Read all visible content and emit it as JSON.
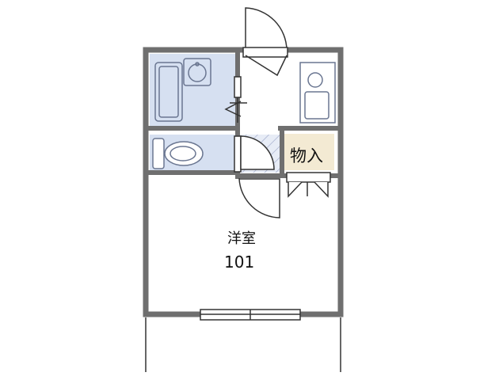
{
  "rooms": {
    "main_room": {
      "name": "洋室",
      "number": "101"
    },
    "storage": {
      "name": "物入"
    }
  },
  "colors": {
    "wall": "#6f6f6f",
    "wet_area_fill": "#d6e0f1",
    "storage_fill": "#f3ead3",
    "fixture_line": "#6a7691",
    "hatch": "#9aa5c7",
    "line": "#333333",
    "background": "#ffffff"
  }
}
